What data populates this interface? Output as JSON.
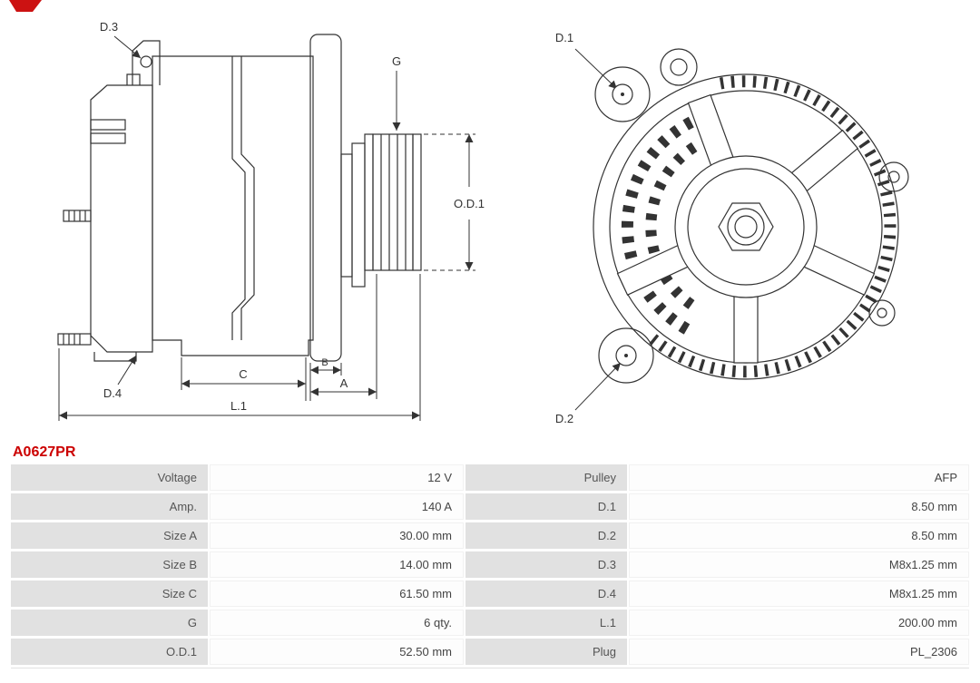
{
  "part_number": "A0627PR",
  "diagram": {
    "labels": {
      "d1": "D.1",
      "d2": "D.2",
      "d3": "D.3",
      "d4": "D.4",
      "g": "G",
      "od1": "O.D.1",
      "a": "A",
      "b": "B",
      "c": "C",
      "l1": "L.1"
    }
  },
  "table": {
    "rows": [
      {
        "left_label": "Voltage",
        "left_value": "12 V",
        "right_label": "Pulley",
        "right_value": "AFP"
      },
      {
        "left_label": "Amp.",
        "left_value": "140 A",
        "right_label": "D.1",
        "right_value": "8.50 mm"
      },
      {
        "left_label": "Size A",
        "left_value": "30.00 mm",
        "right_label": "D.2",
        "right_value": "8.50 mm"
      },
      {
        "left_label": "Size B",
        "left_value": "14.00 mm",
        "right_label": "D.3",
        "right_value": "M8x1.25 mm"
      },
      {
        "left_label": "Size C",
        "left_value": "61.50 mm",
        "right_label": "D.4",
        "right_value": "M8x1.25 mm"
      },
      {
        "left_label": "G",
        "left_value": "6 qty.",
        "right_label": "L.1",
        "right_value": "200.00 mm"
      },
      {
        "left_label": "O.D.1",
        "left_value": "52.50 mm",
        "right_label": "Plug",
        "right_value": "PL_2306"
      }
    ]
  },
  "colors": {
    "part_number_red": "#cc0000",
    "table_label_bg": "#e1e1e1",
    "diagram_stroke": "#333333",
    "table_text": "#4d4d4d"
  }
}
